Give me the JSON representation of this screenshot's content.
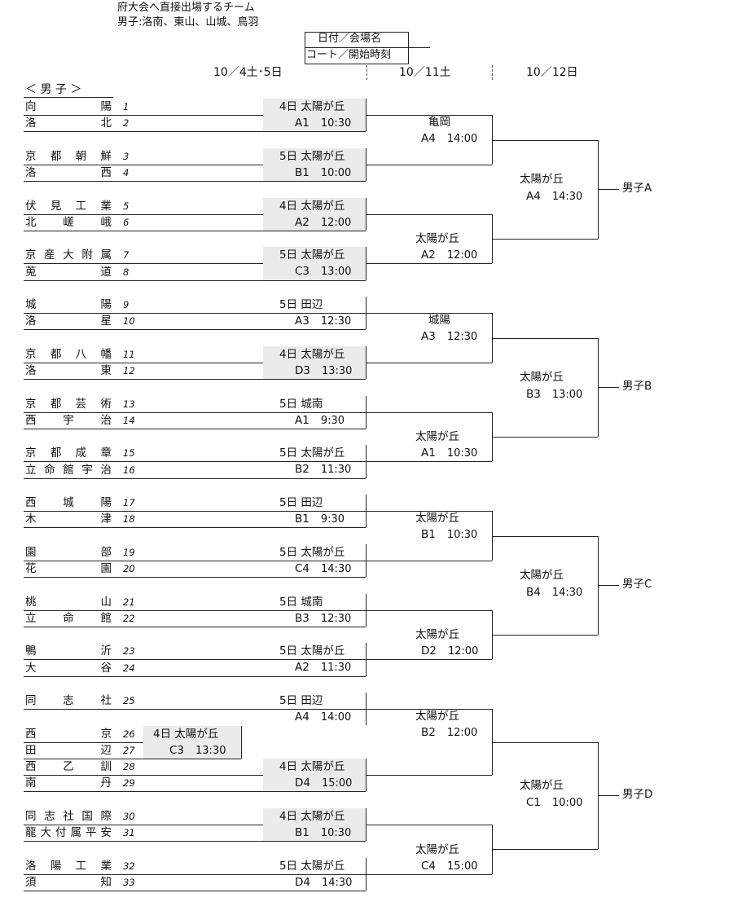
{
  "header": {
    "note_line1": "府大会へ直接出場するチーム",
    "note_line2": "男子:洛南、東山、山城、鳥羽",
    "legend_line1": "日付／会場名",
    "legend_line2": "コート／開始時刻",
    "date1": "10／4土･5日",
    "date2": "10／11土",
    "date3": "10／12日",
    "section": "＜ 男 子 ＞"
  },
  "teams": [
    {
      "n": 1,
      "name": "向陽"
    },
    {
      "n": 2,
      "name": "洛北"
    },
    {
      "n": 3,
      "name": "京都朝鮮"
    },
    {
      "n": 4,
      "name": "洛西"
    },
    {
      "n": 5,
      "name": "伏見工業"
    },
    {
      "n": 6,
      "name": "北嵯峨"
    },
    {
      "n": 7,
      "name": "京産大附属"
    },
    {
      "n": 8,
      "name": "莵道"
    },
    {
      "n": 9,
      "name": "城陽"
    },
    {
      "n": 10,
      "name": "洛星"
    },
    {
      "n": 11,
      "name": "京都八幡"
    },
    {
      "n": 12,
      "name": "洛東"
    },
    {
      "n": 13,
      "name": "京都芸術"
    },
    {
      "n": 14,
      "name": "西宇治"
    },
    {
      "n": 15,
      "name": "京都成章"
    },
    {
      "n": 16,
      "name": "立命館宇治"
    },
    {
      "n": 17,
      "name": "西城陽"
    },
    {
      "n": 18,
      "name": "木津"
    },
    {
      "n": 19,
      "name": "園部"
    },
    {
      "n": 20,
      "name": "花園"
    },
    {
      "n": 21,
      "name": "桃山"
    },
    {
      "n": 22,
      "name": "立命館"
    },
    {
      "n": 23,
      "name": "鴨沂"
    },
    {
      "n": 24,
      "name": "大谷"
    },
    {
      "n": 25,
      "name": "同志社"
    },
    {
      "n": 26,
      "name": "西京"
    },
    {
      "n": 27,
      "name": "田辺"
    },
    {
      "n": 28,
      "name": "西乙訓"
    },
    {
      "n": 29,
      "name": "南丹"
    },
    {
      "n": 30,
      "name": "同志社国際"
    },
    {
      "n": 31,
      "name": "龍大付属平安"
    },
    {
      "n": 32,
      "name": "洛陽工業"
    },
    {
      "n": 33,
      "name": "須知"
    }
  ],
  "round1": [
    {
      "venue": "4日 太陽が丘",
      "court": "A1",
      "time": "10:30",
      "shaded": true
    },
    {
      "venue": "5日 太陽が丘",
      "court": "B1",
      "time": "10:00",
      "shaded": true
    },
    {
      "venue": "4日 太陽が丘",
      "court": "A2",
      "time": "12:00",
      "shaded": true
    },
    {
      "venue": "5日 太陽が丘",
      "court": "C3",
      "time": "13:00",
      "shaded": true
    },
    {
      "venue": "5日 田辺",
      "court": "A3",
      "time": "12:30",
      "shaded": false
    },
    {
      "venue": "4日 太陽が丘",
      "court": "D3",
      "time": "13:30",
      "shaded": true
    },
    {
      "venue": "5日 城南",
      "court": "A1",
      "time": "9:30",
      "shaded": false
    },
    {
      "venue": "5日 太陽が丘",
      "court": "B2",
      "time": "11:30",
      "shaded": false
    },
    {
      "venue": "5日 田辺",
      "court": "B1",
      "time": "9:30",
      "shaded": false
    },
    {
      "venue": "5日 太陽が丘",
      "court": "C4",
      "time": "14:30",
      "shaded": false
    },
    {
      "venue": "5日 城南",
      "court": "B3",
      "time": "12:30",
      "shaded": false
    },
    {
      "venue": "5日 太陽が丘",
      "court": "A2",
      "time": "11:30",
      "shaded": false
    },
    {
      "venue": "5日 田辺",
      "court": "A4",
      "time": "14:00",
      "shaded": false
    },
    {
      "venue": "4日 太陽が丘",
      "court": "D4",
      "time": "15:00",
      "shaded": true
    },
    {
      "venue": "4日 太陽が丘",
      "court": "B1",
      "time": "10:30",
      "shaded": true
    },
    {
      "venue": "5日 太陽が丘",
      "court": "D4",
      "time": "14:30",
      "shaded": false
    }
  ],
  "preliminary": {
    "venue": "4日 太陽が丘",
    "court": "C3",
    "time": "13:30"
  },
  "round2": [
    {
      "venue": "亀岡",
      "court": "A4",
      "time": "14:00"
    },
    {
      "venue": "太陽が丘",
      "court": "A2",
      "time": "12:00"
    },
    {
      "venue": "城陽",
      "court": "A3",
      "time": "12:30"
    },
    {
      "venue": "太陽が丘",
      "court": "A1",
      "time": "10:30"
    },
    {
      "venue": "太陽が丘",
      "court": "B1",
      "time": "10:30"
    },
    {
      "venue": "太陽が丘",
      "court": "D2",
      "time": "12:00"
    },
    {
      "venue": "太陽が丘",
      "court": "B2",
      "time": "12:00"
    },
    {
      "venue": "太陽が丘",
      "court": "C4",
      "time": "15:00"
    }
  ],
  "round3": [
    {
      "venue": "太陽が丘",
      "court": "A4",
      "time": "14:30"
    },
    {
      "venue": "太陽が丘",
      "court": "B3",
      "time": "13:00"
    },
    {
      "venue": "太陽が丘",
      "court": "B4",
      "time": "14:30"
    },
    {
      "venue": "太陽が丘",
      "court": "C1",
      "time": "10:00"
    }
  ],
  "results": [
    "男子A",
    "男子B",
    "男子C",
    "男子D"
  ]
}
